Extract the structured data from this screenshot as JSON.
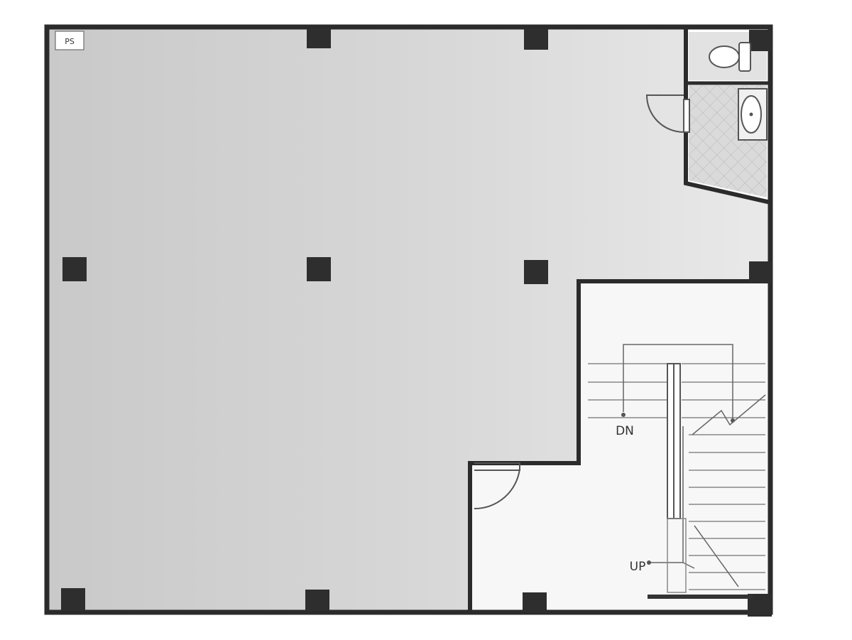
{
  "floor_plan": {
    "corner_tag": "PS",
    "stair_down_label": "DN",
    "stair_up_label": "UP"
  },
  "colors": {
    "wall": "#2b2b2b",
    "column": "#2e2e2e",
    "office_floor": "#cfcfcf",
    "plain_floor": "#f7f7f7",
    "line": "#555555",
    "tile": "#d2d2d2"
  }
}
